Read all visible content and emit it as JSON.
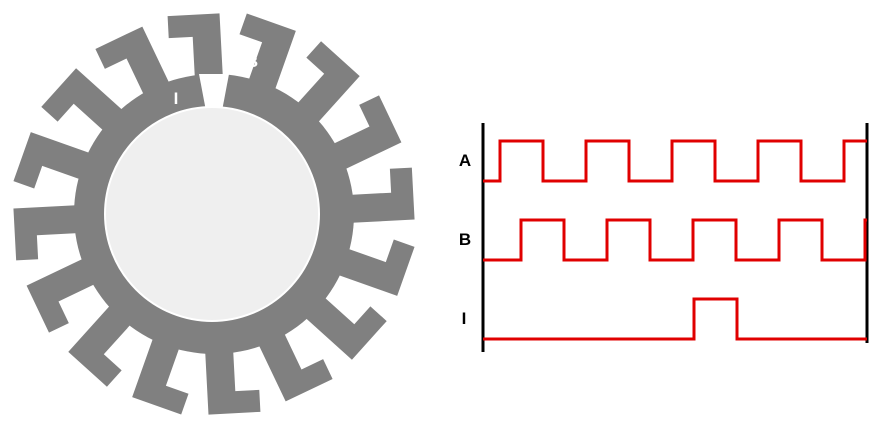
{
  "encoder": {
    "labels": {
      "a": "A",
      "b": "B",
      "i": "I"
    },
    "tooth_count": 16,
    "colors": {
      "wheel": "#808080",
      "hub": "#efefef",
      "background": "#ffffff"
    }
  },
  "waveforms": {
    "colors": {
      "signal": "#e00000",
      "frame": "#000000"
    },
    "channels": [
      {
        "label": "A"
      },
      {
        "label": "B"
      },
      {
        "label": "I"
      }
    ]
  }
}
